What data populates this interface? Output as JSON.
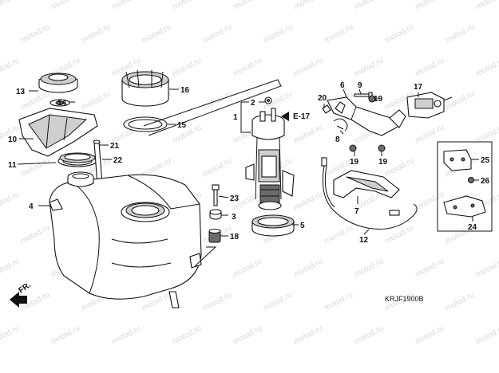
{
  "watermark": "motod.ru",
  "diagram_code": "KRJF1900B",
  "front_marker": "FR.",
  "reference_tag": "E-17",
  "callouts": [
    "1",
    "2",
    "3",
    "4",
    "5",
    "6",
    "7",
    "8",
    "9",
    "10",
    "11",
    "12",
    "13",
    "14",
    "15",
    "16",
    "17",
    "18",
    "19",
    "19",
    "19",
    "20",
    "21",
    "22",
    "23",
    "24",
    "25",
    "26"
  ]
}
